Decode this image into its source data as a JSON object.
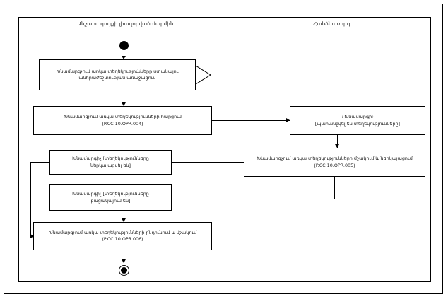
{
  "diagram": {
    "type": "uml-activity-diagram",
    "lanes": [
      {
        "id": "left",
        "title": "Անշարժ գույքի լիազորված մարմին"
      },
      {
        "id": "right",
        "title": "Հանձնառորդ"
      }
    ],
    "nodes": {
      "initial": {
        "name": "initial-node"
      },
      "activity_1": {
        "text": "Խնամարգչում առկա տեղեկությունները ստանալու\nանհրաժեշտության առաջացում"
      },
      "activity_2": {
        "text": "Խնամարգչում առկա տեղեկությունների հարցում\n(P.CC.10.OPR.004)"
      },
      "state_right_1": {
        "text": ": Խնամարգիչ\n[պահանջվել են տեղեկությունները]"
      },
      "activity_3": {
        "text": "Խնամարգչում առկա տեղեկությունների մշակում և ներկայացում\n(P.CC.10.OPR.005)"
      },
      "state_left_1": {
        "text": "Խնամարգիչ [տեղեկությունները\nներկայացվել են]"
      },
      "state_left_2": {
        "text": "Խնամարգիչ [տեղեկությունները\nբացակայում են]"
      },
      "activity_4": {
        "text": "Խնամարգչում առկա տեղեկությունների ընդունում և մշակում\n(P.CC.10.OPR.006)"
      },
      "final": {
        "name": "final-node"
      }
    },
    "colors": {
      "stroke": "#000000",
      "fill": "#ffffff",
      "text": "#161616"
    }
  }
}
